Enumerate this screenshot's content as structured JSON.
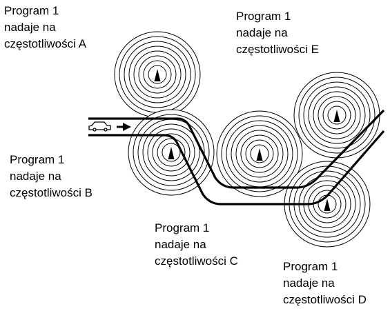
{
  "transmitters": [
    {
      "id": "A",
      "lines": [
        "Program 1",
        "nadaje na",
        "częstotliwości A"
      ]
    },
    {
      "id": "E",
      "lines": [
        "Program 1",
        "nadaje na",
        "częstotliwości E"
      ]
    },
    {
      "id": "B",
      "lines": [
        "Program 1",
        "nadaje na",
        "częstotliwości B"
      ]
    },
    {
      "id": "C",
      "lines": [
        "Program 1",
        "nadaje na",
        "częstotliwości C"
      ]
    },
    {
      "id": "D",
      "lines": [
        "Program 1",
        "nadaje na",
        "częstotliwości D"
      ]
    }
  ]
}
